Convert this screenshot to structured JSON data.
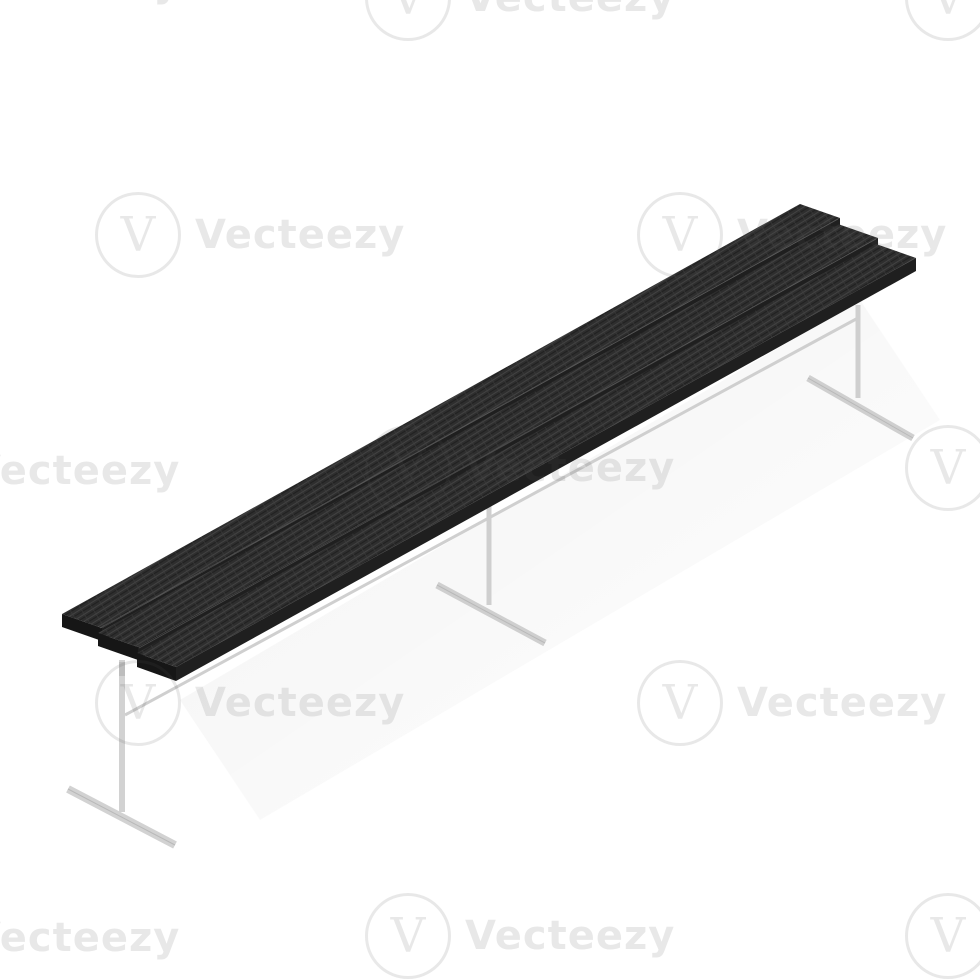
{
  "image": {
    "subject": "bench",
    "colors": {
      "background": "#ffffff",
      "seat_wood": "#2b2b2b",
      "seat_edge": "#141414",
      "frame_metal": "#cfcfcf"
    }
  },
  "watermark": {
    "brand": "Vecteezy",
    "logo_glyph": "V"
  }
}
